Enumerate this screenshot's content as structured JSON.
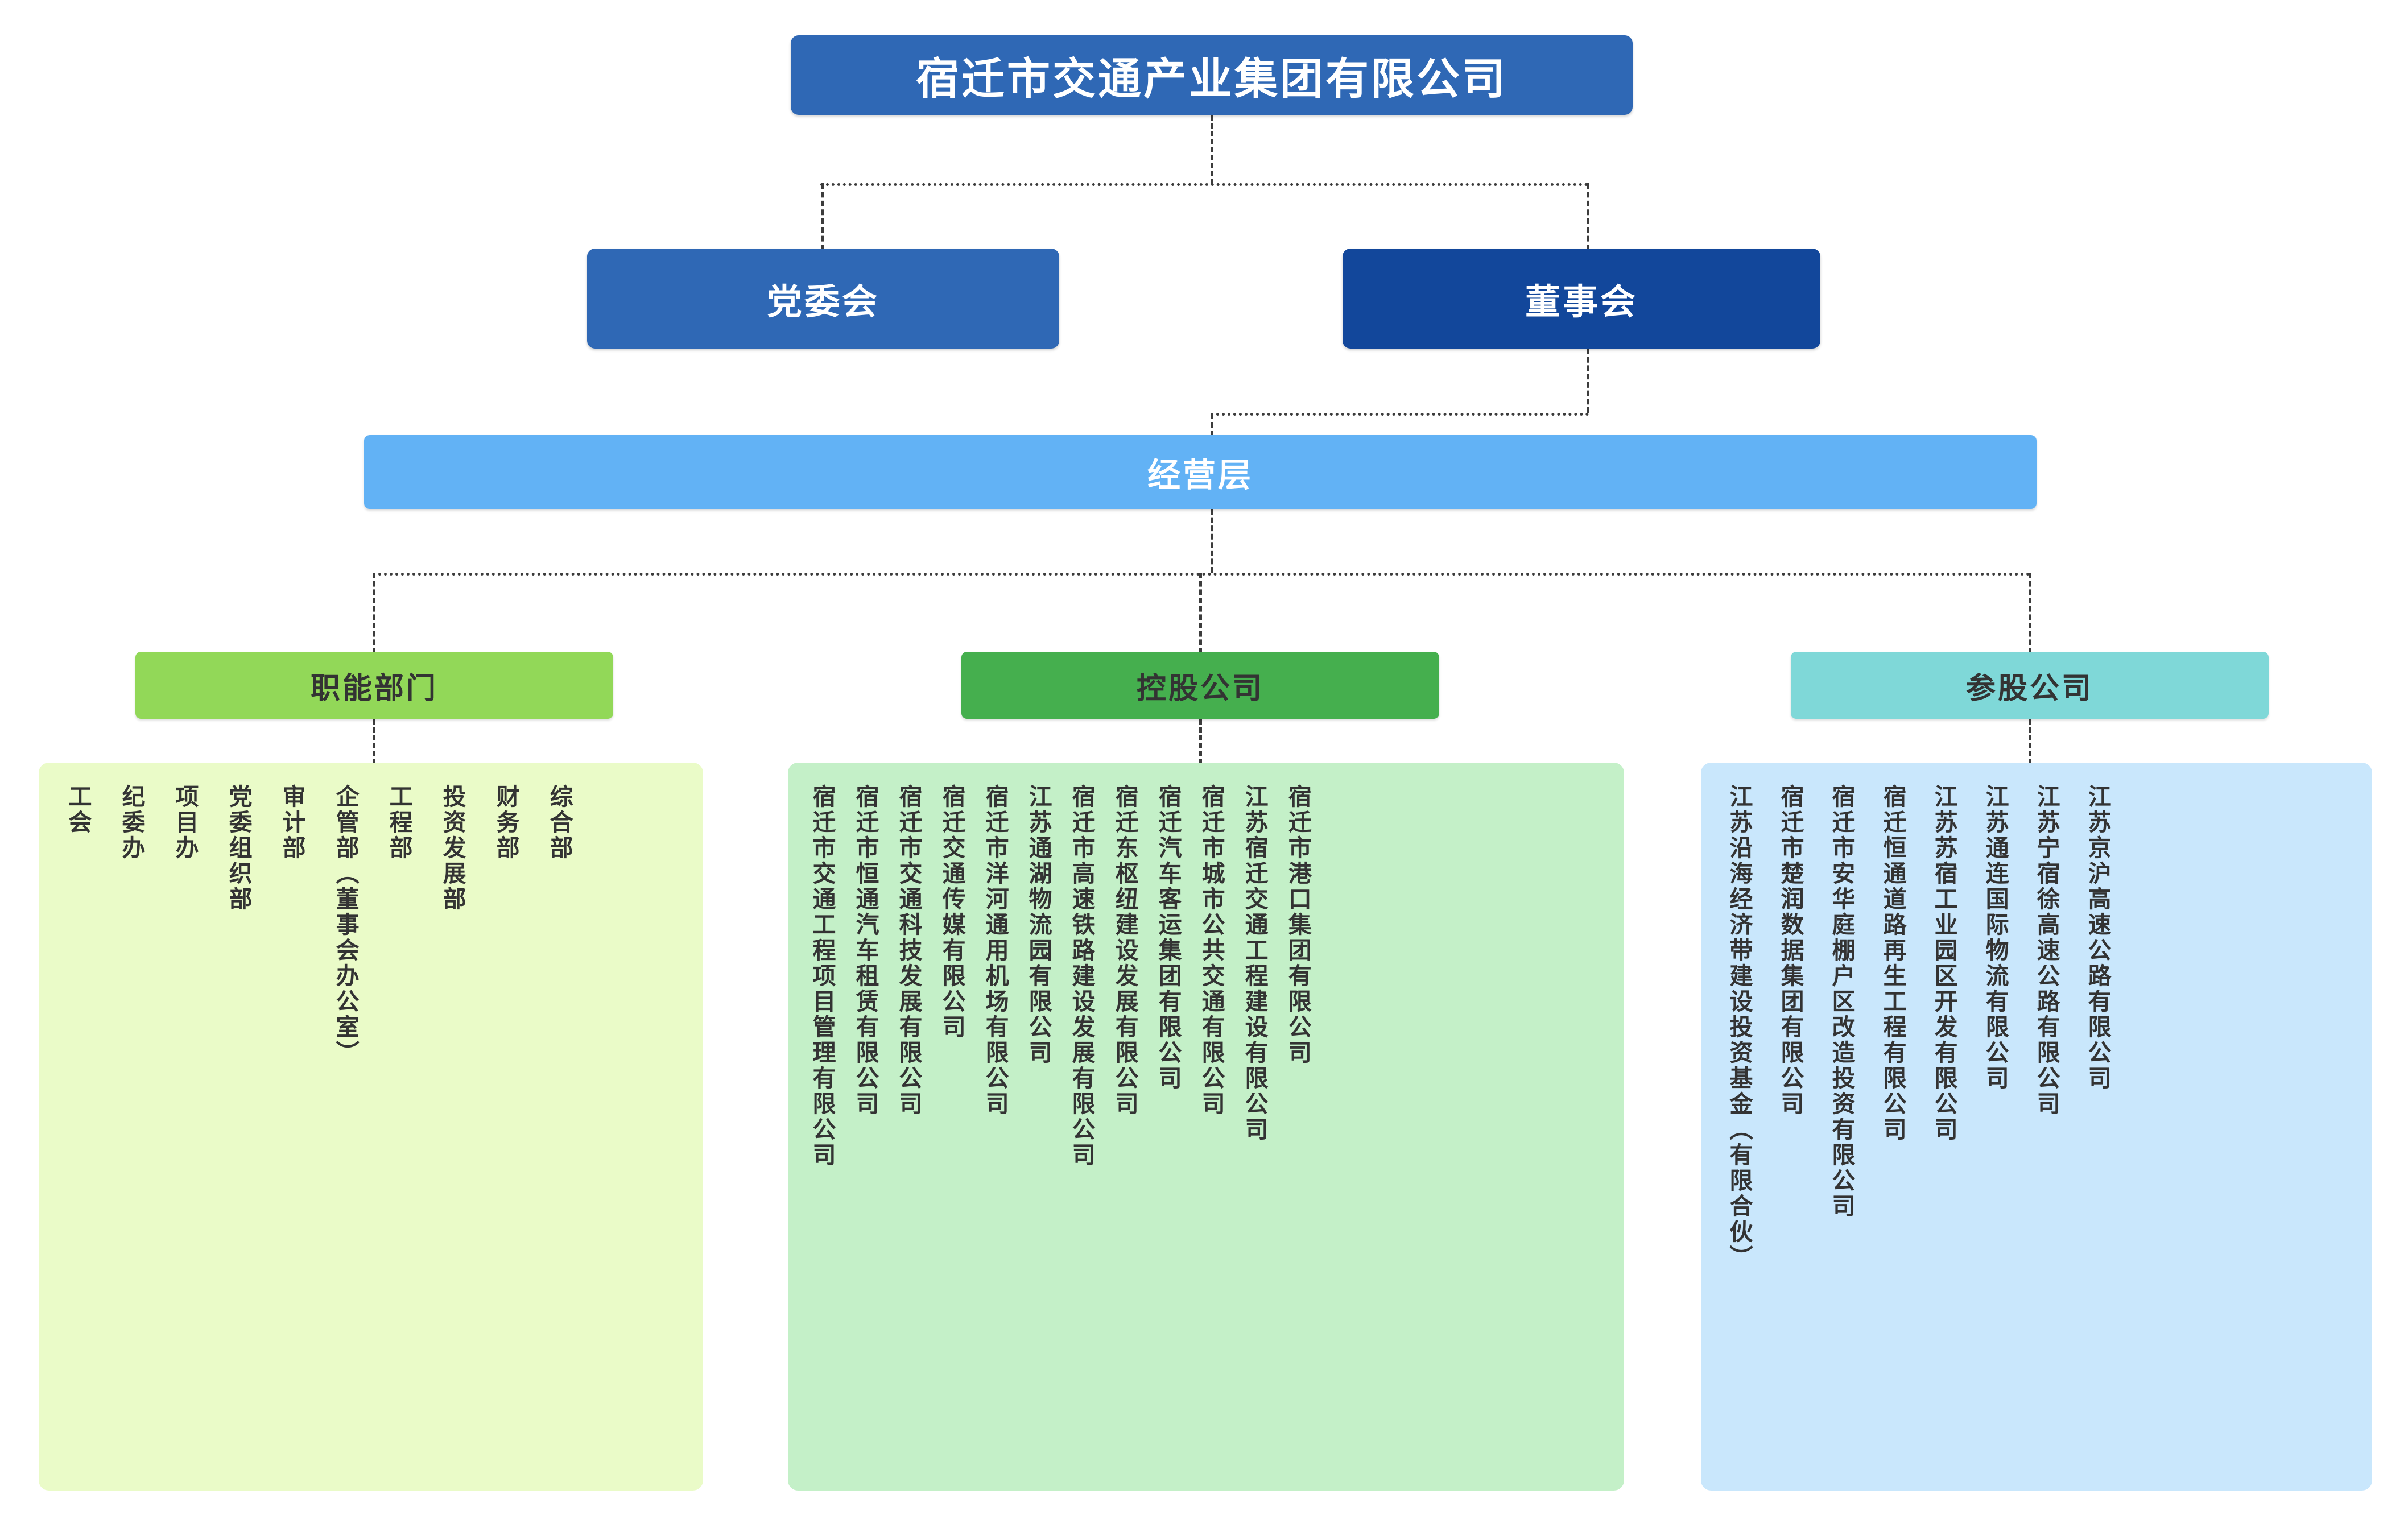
{
  "org_chart": {
    "title": "宿迁市交通产业集团有限公司",
    "level2": {
      "party_committee": "党委会",
      "board_of_directors": "董事会"
    },
    "level3": {
      "management": "经营层"
    },
    "categories": [
      {
        "label": "职能部门",
        "color": "#92D858"
      },
      {
        "label": "控股公司",
        "color": "#45AF4E"
      },
      {
        "label": "参股公司",
        "color": "#7FD8D8"
      }
    ],
    "functional_departments": {
      "panel_color": "#EAFBC8",
      "items": [
        "综合部",
        "财务部",
        "投资发展部",
        "工程部",
        "企管部（董事会办公室）",
        "审计部",
        "党委组织部",
        "项目办",
        "纪委办",
        "工会"
      ]
    },
    "holding_companies": {
      "panel_color": "#C4F0C8",
      "items": [
        "宿迁市港口集团有限公司",
        "江苏宿迁交通工程建设有限公司",
        "宿迁市城市公共交通有限公司",
        "宿迁汽车客运集团有限公司",
        "宿迁东枢纽建设发展有限公司",
        "宿迁市高速铁路建设发展有限公司",
        "江苏通湖物流园有限公司",
        "宿迁市洋河通用机场有限公司",
        "宿迁交通传媒有限公司",
        "宿迁市交通科技发展有限公司",
        "宿迁市恒通汽车租赁有限公司",
        "宿迁市交通工程项目管理有限公司"
      ]
    },
    "participating_companies": {
      "panel_color": "#C9E7FC",
      "items": [
        "江苏京沪高速公路有限公司",
        "江苏宁宿徐高速公路有限公司",
        "江苏通连国际物流有限公司",
        "江苏苏宿工业园区开发有限公司",
        "宿迁恒通道路再生工程有限公司",
        "宿迁市安华庭棚户区改造投资有限公司",
        "宿迁市楚润数据集团有限公司",
        "江苏沿海经济带建设投资基金（有限合伙）"
      ]
    },
    "colors": {
      "title_blue": "#2F68B5",
      "board_blue": "#12479B",
      "management_blue": "#62B2F5",
      "connector": "#3c3c3c"
    }
  }
}
